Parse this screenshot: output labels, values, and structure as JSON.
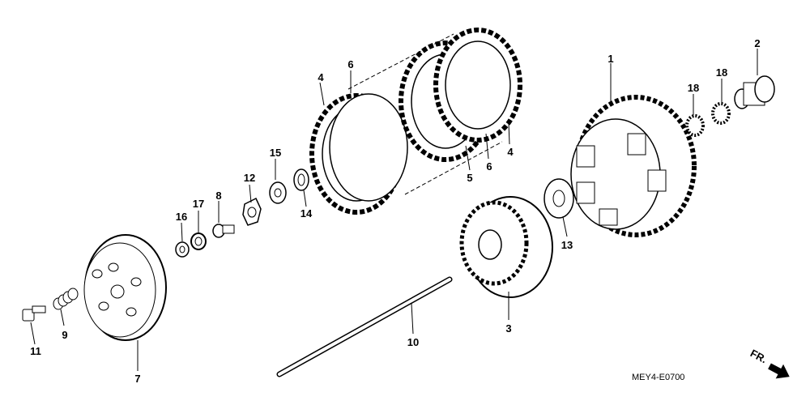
{
  "diagram": {
    "code": "MEY4-E0700",
    "direction_label": "FR.",
    "callouts": [
      {
        "id": "1",
        "label": "1"
      },
      {
        "id": "2",
        "label": "2"
      },
      {
        "id": "3",
        "label": "3"
      },
      {
        "id": "4a",
        "label": "4"
      },
      {
        "id": "4b",
        "label": "4"
      },
      {
        "id": "5",
        "label": "5"
      },
      {
        "id": "6a",
        "label": "6"
      },
      {
        "id": "6b",
        "label": "6"
      },
      {
        "id": "7",
        "label": "7"
      },
      {
        "id": "8a",
        "label": "8"
      },
      {
        "id": "9",
        "label": "9"
      },
      {
        "id": "10",
        "label": "10"
      },
      {
        "id": "11",
        "label": "11"
      },
      {
        "id": "12",
        "label": "12"
      },
      {
        "id": "13",
        "label": "13"
      },
      {
        "id": "14",
        "label": "14"
      },
      {
        "id": "15",
        "label": "15"
      },
      {
        "id": "16",
        "label": "16"
      },
      {
        "id": "17",
        "label": "17"
      },
      {
        "id": "18a",
        "label": "18"
      },
      {
        "id": "18b",
        "label": "18"
      }
    ]
  }
}
